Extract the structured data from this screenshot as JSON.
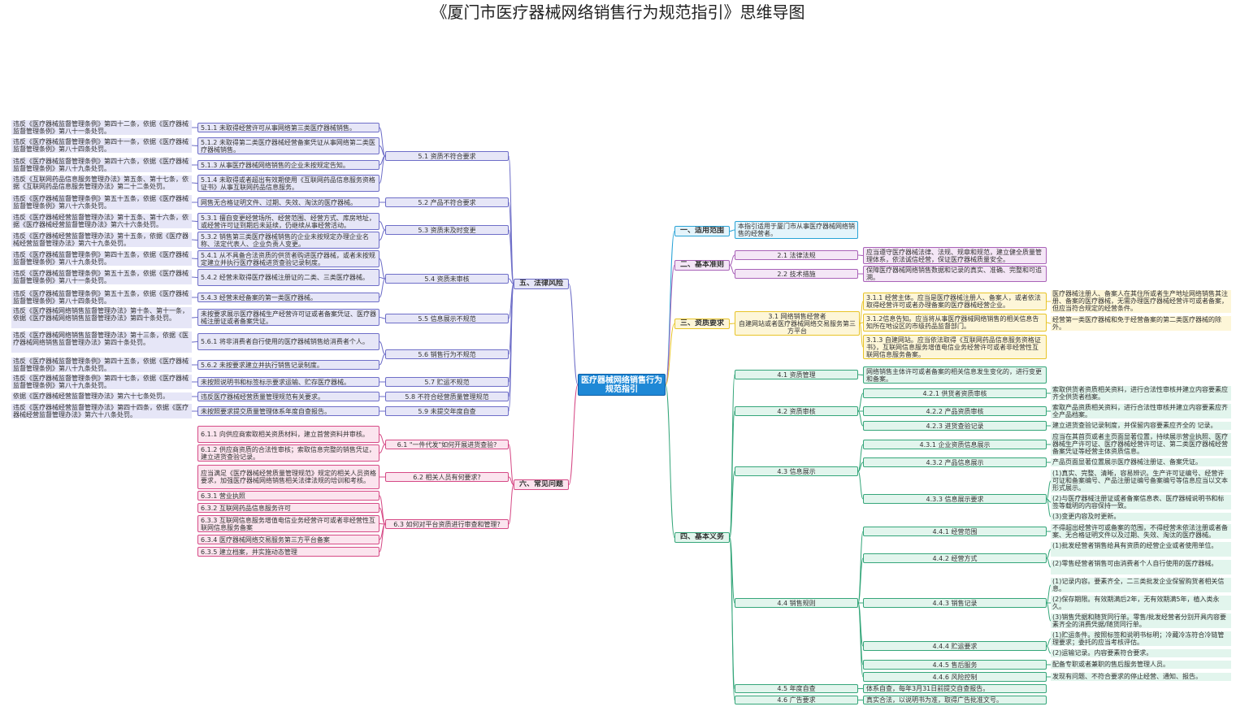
{
  "title": "《厦门市医疗器械网络销售行为规范指引》思维导图",
  "root": "医疗器械网络销售行为规范指引",
  "colors": {
    "purple": "#6e6ec8",
    "pink": "#d64a86",
    "green": "#35a67a",
    "yellow": "#e8c428",
    "cyan": "#29a3d6",
    "violet": "#a962b8",
    "root": "#1e88d6"
  },
  "branches": {
    "scope": {
      "label": "一、适用范围",
      "text": "本指引适用于厦门市从事医疗器械网络销售的经营者。"
    },
    "principles": {
      "label": "二、基本准则",
      "items": [
        {
          "label": "2.1 法律法规",
          "text": "应当遵守医疗器械法律、法规、规章和规范，建立健全质量管理体系，依法诚信经营，保证医疗器械质量安全。"
        },
        {
          "label": "2.2 技术措施",
          "text": "保障医疗器械网络销售数据和记录的真实、准确、完整和可追溯。"
        }
      ]
    },
    "qualification": {
      "label": "三、资质要求",
      "sub": "3.1 网络销售经营者\n自建网站或者医疗器械网络交易服务第三方平台",
      "items": [
        {
          "label": "3.1.1 经营主体。应当是医疗器械注册人、备案人，或者依法取得经营许可或者办理备案的医疗器械经营企业。",
          "note": "医疗器械注册人、备案人在其住所或者生产地址网络销售其注册、备案的医疗器械，无需办理医疗器械经营许可或者备案，但应当符合规定的经营条件。"
        },
        {
          "label": "3.1.2信息告知。应当将从事医疗器械网络销售的相关信息告知所在地设区的市级药品监督部门。",
          "note": "经营第一类医疗器械和免于经营备案的第二类医疗器械的除外。"
        },
        {
          "label": "3.1.3 自建网站。应当依法取得《互联网药品信息服务资格证书》，互联网信息服务增值电信业务经营许可或者非经营性互联网信息服务备案。",
          "note": ""
        }
      ]
    },
    "duties": {
      "label": "四、基本义务",
      "groups": [
        {
          "label": "4.1 资质管理",
          "text": "网络销售主体许可或者备案的相关信息发生变化的，进行变更和备案。"
        },
        {
          "label": "4.2 资质审核",
          "items": [
            {
              "label": "4.2.1 供货者资质审核",
              "text": "索取供货者资质相关资料，进行合法性审核并建立内容要素应齐全供货者档案。"
            },
            {
              "label": "4.2.2 产品资质审核",
              "text": "索取产品资质相关资料，进行合法性审核并建立内容要素应齐全产品档案。"
            },
            {
              "label": "4.2.3 进货查验记录",
              "text": "建立进货查验记录制度，并保留内容要素应齐全的 记录。"
            }
          ]
        },
        {
          "label": "4.3 信息展示",
          "items": [
            {
              "label": "4.3.1 企业资质信息展示",
              "text": "应当在其首页或者主页面显著位置，持续展示营业执照、医疗器械生产许可证、医疗器械经营许可证、第二类医疗器械经营备案凭证等经营主体资质信息。"
            },
            {
              "label": "4.3.2 产品信息展示",
              "text": "产品页面显著位置展示医疗器械注册证、备案凭证。"
            },
            {
              "label": "4.3.3 信息展示要求",
              "texts": [
                "(1)真实、完整、清晰，容易辨识。生产许可证编号、经营许可证和备案编号、产品注册证编号备案编号等信息应当以文本形式展示。",
                "(2)与医疗器械注册证或者备案信息表、医疗器械说明书和标签等载明的内容保持一致。",
                "(3)变更内容及时更新。"
              ]
            }
          ]
        },
        {
          "label": "4.4 销售规则",
          "items": [
            {
              "label": "4.4.1 经营范围",
              "text": "不得超出经营许可或备案的范围，不得经营未依法注册或者备案、无合格证明文件以及过期、失效、淘汰的医疗器械。"
            },
            {
              "label": "4.4.2 经营方式",
              "texts": [
                "(1)批发经营者销售给具有资质的经营企业或者使用单位。",
                "(2)零售经营者销售可由消费者个人自行使用的医疗器械。"
              ]
            },
            {
              "label": "4.4.3 销售记录",
              "texts": [
                "(1)记录内容。要素齐全，二三类批发企业保留购货者相关信息。",
                "(2)保存期限。有效期满后2年，无有效期满5年，植入类永久。",
                "(3)销售凭据和随货同行单。零售/批发经营者分别开具内容要素齐全的消费凭据/随货同行单。"
              ]
            },
            {
              "label": "4.4.4 贮运要求",
              "texts": [
                "(1)贮运条件。按照标签和说明书标明；冷藏冷冻符合冷链管理要求；委托的应当考核评估。",
                "(2)运输记录。内容要素符合要求。"
              ]
            },
            {
              "label": "4.4.5 售后服务",
              "text": "配备专职或者兼职的售后服务管理人员。"
            },
            {
              "label": "4.4.6 风险控制",
              "text": "发现有问题、不符合要求的停止经营、通知、报告。"
            }
          ]
        },
        {
          "label": "4.5 年度自查",
          "text": "体系自查，每年3月31日前提交自查报告。"
        },
        {
          "label": "4.6 广告要求",
          "text": "真实合法，以说明书为准，取得广告批准文号。"
        }
      ]
    },
    "risks": {
      "label": "五、法律风险",
      "groups": [
        {
          "label": "5.1 资质不符合要求",
          "items": [
            {
              "label": "5.1.1 未取得经营许可从事网络第三类医疗器械销售。",
              "basis": "违反《医疗器械监督管理条例》第四十二条，依据《医疗器械监督管理条例》第八十一条处罚。"
            },
            {
              "label": "5.1.2 未取得第二类医疗器械经营备案凭证从事网络第二类医疗器械销售。",
              "basis": "违反《医疗器械监督管理条例》第四十一条，依据《医疗器械监督管理条例》第八十四条处罚。"
            },
            {
              "label": "5.1.3 从事医疗器械网络销售的企业未按规定告知。",
              "basis": "违反《医疗器械监督管理条例》第四十六条，依据《医疗器械监督管理条例》第八十九条处罚。"
            },
            {
              "label": "5.1.4 未取得或者超出有效期使用《互联网药品信息服务资格证书》从事互联网药品信息服务。",
              "basis": "违反《互联网药品信息服务管理办法》第五条、第十七条，依据《互联网药品信息服务管理办法》第二十二条处罚。"
            }
          ]
        },
        {
          "label": "5.2 产品不符合要求",
          "items": [
            {
              "label": "网售无合格证明文件、过期、失效、淘汰的医疗器械。",
              "basis": "违反《医疗器械监督管理条例》第五十五条，依据《医疗器械监督管理条例》第八十六条处罚。"
            }
          ]
        },
        {
          "label": "5.3 资质未及时变更",
          "items": [
            {
              "label": "5.3.1 擅自变更经营场所、经营范围、经营方式、库房地址，或经营许可证到期后未延续，仍继续从事经营活动。",
              "basis": "违反《医疗器械经营监督管理办法》第十五条、第十六条，依据《医疗器械经营监督管理办法》第六十六条处罚。"
            },
            {
              "label": "5.3.2 销售第三类医疗器械销售的企业未按规定办理企业名称、法定代表人、企业负责人变更。",
              "basis": "违反《医疗器械经营监督管理办法》第十五条，依据《医疗器械经营监督管理办法》第六十九条处罚。"
            }
          ]
        },
        {
          "label": "5.4 资质未审核",
          "items": [
            {
              "label": "5.4.1 从不具备合法资质的供货者购进医疗器械，或者未按规定建立并执行医疗器械进货查验记录制度。",
              "basis": "违反《医疗器械监督管理条例》第四十五条，依据《医疗器械监督管理条例》第八十九条处罚。"
            },
            {
              "label": "5.4.2 经营未取得医疗器械注册证的二类、三类医疗器械。",
              "basis": "违反《医疗器械监督管理条例》第五十五条，依据《医疗器械监督管理条例》第八十一条处罚。"
            },
            {
              "label": "5.4.3 经营未经备案的第一类医疗器械。",
              "basis": "违反《医疗器械监督管理条例》第五十五条，依据《医疗器械监督管理条例》第八十四条处罚。"
            }
          ]
        },
        {
          "label": "5.5 信息展示不规范",
          "items": [
            {
              "label": "未按要求展示医疗器械生产经营许可证或者备案凭证、医疗器械注册证或者备案凭证。",
              "basis": "违反《医疗器械网络销售监督管理办法》第十条、第十一条，依据《医疗器械网络销售监督管理办法》第四十条处罚。"
            }
          ]
        },
        {
          "label": "5.6 销售行为不规范",
          "items": [
            {
              "label": "5.6.1 将非消费者自行使用的医疗器械销售给消费者个人。",
              "basis": "违反《医疗器械网络销售监督管理办法》第十三条，依据《医疗器械网络销售监督管理办法》第四十条处罚。"
            },
            {
              "label": "5.6.2 未按要求建立并执行销售记录制度。",
              "basis": "违反《医疗器械监督管理条例》第四十五条，依据《医疗器械监督管理条例》第八十九条处罚。"
            }
          ]
        },
        {
          "label": "5.7 贮运不规范",
          "items": [
            {
              "label": "未按照说明书和标签标示要求运输、贮存医疗器械。",
              "basis": "违反《医疗器械监督管理条例》第四十七条，依据《医疗器械监督管理条例》第八十九条处罚。"
            }
          ]
        },
        {
          "label": "5.8 不符合经营质量管理规范",
          "items": [
            {
              "label": "违反医疗器械经营质量管理规范有关要求。",
              "basis": "依据《医疗器械经营监督管理办法》第六十七条处罚。"
            }
          ]
        },
        {
          "label": "5.9 未提交年度自查",
          "items": [
            {
              "label": "未按照要求提交质量管理体系年度自查报告。",
              "basis": "违反《医疗器械经营监督管理办法》第四十四条，依据《医疗器械经营监督管理办法》第六十八条处罚。"
            }
          ]
        }
      ]
    },
    "faq": {
      "label": "六、常见问题",
      "groups": [
        {
          "label": "6.1 \"一件代发\"如何开展进货查验?",
          "items": [
            "6.1.1 向供应商索取相关资质材料，建立首营资料并审核。",
            "6.1.2 供应商资质的合法性审核；索取信息完整的销售凭证，建立进货查验记录。"
          ]
        },
        {
          "label": "6.2 相关人员有何要求?",
          "items": [
            "应当满足《医疗器械经营质量管理规范》规定的相关人员资格要求，加强医疗器械网络销售相关法律法规的培训和考核。"
          ]
        },
        {
          "label": "6.3 如何对平台资质进行审查和管理?",
          "items": [
            "6.3.1 营业执照",
            "6.3.2 互联网药品信息服务许可",
            "6.3.3 互联网信息服务增值电信业务经营许可或者非经营性互联网信息服务备案",
            "6.3.4 医疗器械网络交易服务第三方平台备案",
            "6.3.5 建立档案，并实施动态管理"
          ]
        }
      ]
    }
  }
}
